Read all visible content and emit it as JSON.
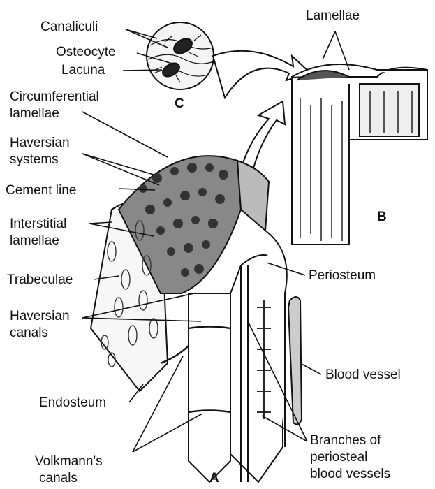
{
  "labels": {
    "canaliculi": "Canaliculi",
    "osteocyte": "Osteocyte",
    "lacuna": "Lacuna",
    "circumferential_1": "Circumferential",
    "circumferential_2": "lamellae",
    "haversian_systems_1": "Haversian",
    "haversian_systems_2": "systems",
    "cement_line": "Cement line",
    "interstitial_1": "Interstitial",
    "interstitial_2": "lamellae",
    "trabeculae": "Trabeculae",
    "haversian_canals_1": "Haversian",
    "haversian_canals_2": "canals",
    "endosteum": "Endosteum",
    "volkmanns_1": "Volkmann's",
    "volkmanns_2": "canals",
    "lamellae": "Lamellae",
    "periosteum": "Periosteum",
    "blood_vessel": "Blood vessel",
    "branches_1": "Branches of",
    "branches_2": "periosteal",
    "branches_3": "blood vessels"
  },
  "panels": {
    "a": "A",
    "b": "B",
    "c": "C"
  }
}
